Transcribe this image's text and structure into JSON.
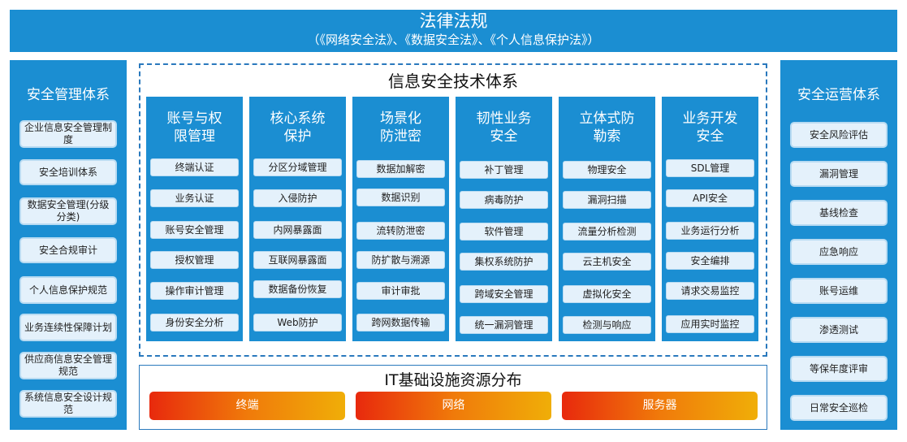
{
  "header": {
    "title": "法律法规",
    "subtitle": "（《网络安全法》、《数据安全法》、《个人信息保护法》）"
  },
  "left_panel": {
    "title": "安全管理体系",
    "items": [
      "企业信息安全管理制度",
      "安全培训体系",
      "数据安全管理(分级分类)",
      "安全合规审计",
      "个人信息保护规范",
      "业务连续性保障计划",
      "供应商信息安全管理规范",
      "系统信息安全设计规范"
    ]
  },
  "right_panel": {
    "title": "安全运营体系",
    "items": [
      "安全风险评估",
      "漏洞管理",
      "基线检查",
      "应急响应",
      "账号运维",
      "渗透测试",
      "等保年度评审",
      "日常安全巡检"
    ]
  },
  "tech": {
    "title": "信息安全技术体系",
    "columns": [
      {
        "title": "账号与权限管理",
        "items": [
          "终端认证",
          "业务认证",
          "账号安全管理",
          "授权管理",
          "操作审计管理",
          "身份安全分析"
        ]
      },
      {
        "title": "核心系统保护",
        "items": [
          "分区分域管理",
          "入侵防护",
          "内网暴露面",
          "互联网暴露面",
          "数据备份恢复",
          "Web防护"
        ]
      },
      {
        "title": "场景化防泄密",
        "items": [
          "数据加解密",
          "数据识别",
          "流转防泄密",
          "防扩散与溯源",
          "审计审批",
          "跨网数据传输"
        ]
      },
      {
        "title": "韧性业务安全",
        "items": [
          "补丁管理",
          "病毒防护",
          "软件管理",
          "集权系统防护",
          "跨域安全管理",
          "统一漏洞管理"
        ]
      },
      {
        "title": "立体式防勒索",
        "items": [
          "物理安全",
          "漏洞扫描",
          "流量分析检测",
          "云主机安全",
          "虚拟化安全",
          "检测与响应"
        ]
      },
      {
        "title": "业务开发安全",
        "items": [
          "SDL管理",
          "API安全",
          "业务运行分析",
          "安全编排",
          "请求交易监控",
          "应用实时监控"
        ]
      }
    ]
  },
  "infra": {
    "title": "IT基础设施资源分布",
    "items": [
      "终端",
      "网络",
      "服务器"
    ]
  },
  "colors": {
    "primary": "#1b8ed2",
    "item_bg": "#e4f1fb",
    "frame": "#2a79bd",
    "gradient_start": "#e8290d",
    "gradient_end": "#f0ae08"
  }
}
